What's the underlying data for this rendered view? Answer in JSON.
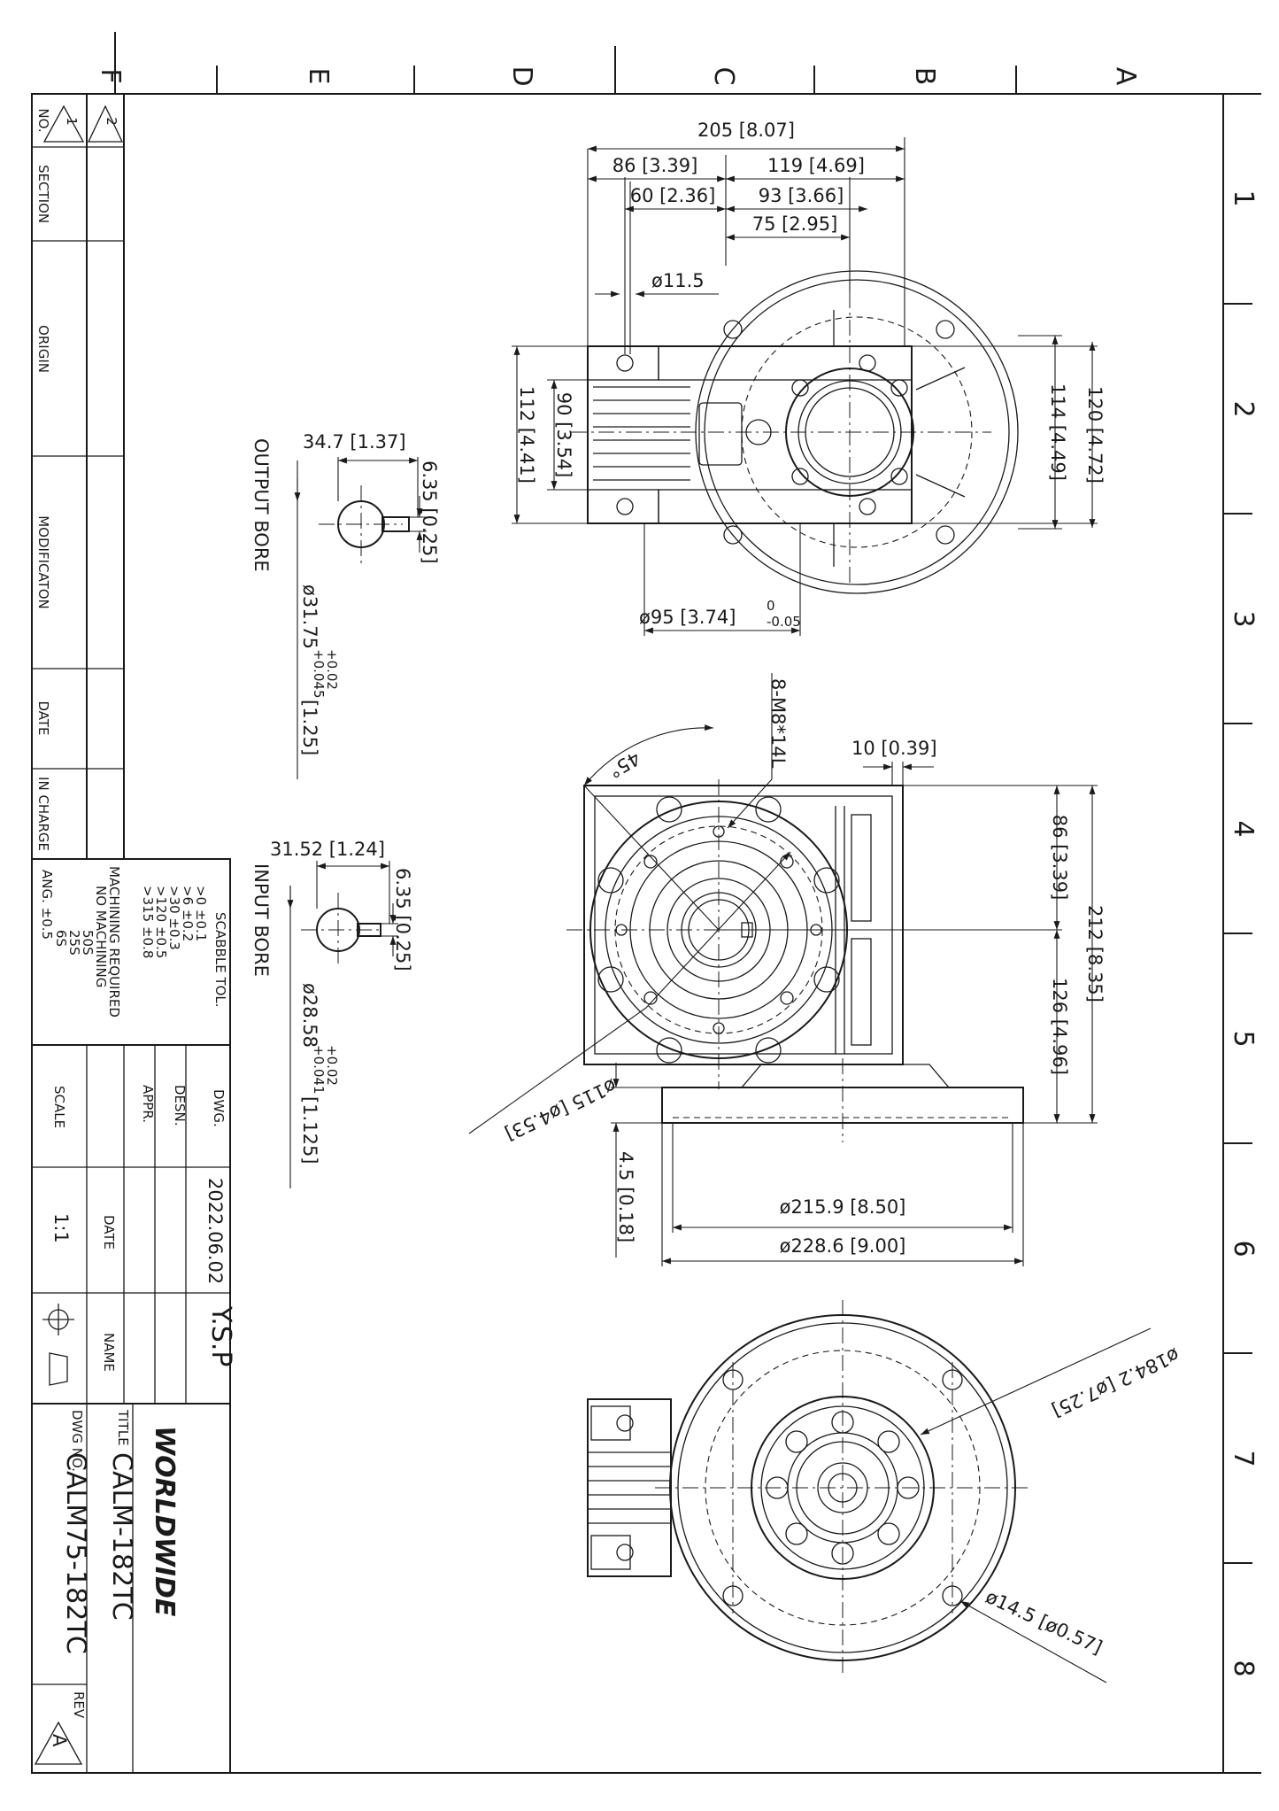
{
  "zone_letters": [
    "F",
    "E",
    "D",
    "C",
    "B",
    "A"
  ],
  "zone_numbers": [
    "1",
    "2",
    "3",
    "4",
    "5",
    "6",
    "7",
    "8"
  ],
  "top_view": {
    "dims": {
      "overall": "205 [8.07]",
      "left": "86 [3.39]",
      "right": "119 [4.69]",
      "a60": "60 [2.36]",
      "a93": "93 [3.66]",
      "a75": "75 [2.95]",
      "hole": "ø11.5",
      "h90": "90 [3.54]",
      "h112": "112 [4.41]",
      "h114": "114 [4.49]",
      "h120": "120 [4.72]",
      "pilot": "ø95 [3.74]",
      "pilot_tol_upper": "0",
      "pilot_tol_lower": "-0.05"
    }
  },
  "output_bore": {
    "label": "OUTPUT BORE",
    "width": "34.7 [1.37]",
    "key": "6.35 [0.25]",
    "dia": "ø31.75",
    "dia_tol_upper": "+0.045",
    "dia_tol_lower": "+0.02",
    "dia_inch": "[1.25]"
  },
  "input_bore": {
    "label": "INPUT BORE",
    "width": "31.52 [1.24]",
    "key": "6.35 [0.25]",
    "dia": "ø28.58",
    "dia_tol_upper": "+0.041",
    "dia_tol_lower": "+0.02",
    "dia_inch": "[1.125]"
  },
  "front_view": {
    "dims": {
      "thread": "8-M8*14L",
      "angle": "45°",
      "w10": "10 [0.39]",
      "v86": "86 [3.39]",
      "v126": "126 [4.96]",
      "v212": "212 [8.35]",
      "bc115": "ø115 [ø4.53]",
      "f45": "4.5 [0.18]",
      "f2159": "ø215.9 [8.50]",
      "f2286": "ø228.6 [9.00]"
    }
  },
  "side_view": {
    "dims": {
      "bc1842": "ø184.2 [ø7.25]",
      "hole145": "ø14.5 [ø0.57]"
    }
  },
  "title_block": {
    "rev_headers": [
      "NO.",
      "SECTION",
      "ORIGIN",
      "MODIFICATON",
      "DATE",
      "IN CHARGE"
    ],
    "rev_marks": [
      "1",
      "2"
    ],
    "tol": {
      "title": "SCABBLE TOL.",
      "rows": [
        ">0  ±0.1",
        ">6  ±0.2",
        ">30  ±0.3",
        ">120  ±0.5",
        ">315  ±0.8"
      ],
      "machining": "MACHINING REQUIRED",
      "no_machining": "NO MACHINING",
      "finishes": [
        "50S",
        "25S",
        "6S"
      ],
      "angle": "ANG.  ±0.5"
    },
    "dwg_label": "DWG.",
    "desn_label": "DESN.",
    "appr_label": "APPR.",
    "scale_label": "SCALE",
    "scale_value": "1:1",
    "date_label": "DATE",
    "date_value": "2022.06.02",
    "name_label": "NAME",
    "name_value": "Y.S.P",
    "company": "WORLDWIDE",
    "title_label": "TITLE",
    "title_value": "CALM-182TC",
    "dwg_no_label": "DWG NO.",
    "dwg_no_value": "CALM75-182TC",
    "rev_label": "REV",
    "rev_value": "A"
  }
}
